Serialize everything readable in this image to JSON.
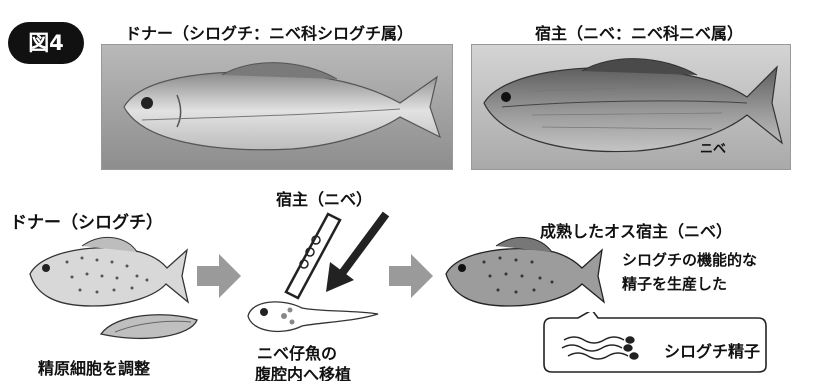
{
  "figure_label": "図4",
  "photos": {
    "donor_caption": "ドナー（シログチ：ニベ科シログチ属）",
    "host_caption": "宿主（ニベ：ニベ科ニベ属）",
    "host_photo_label": "ニベ"
  },
  "diagram": {
    "donor_title": "ドナー（シログチ）",
    "donor_step": "精原細胞を調整",
    "host_title": "宿主（ニベ）",
    "host_step_line1": "ニベ仔魚の",
    "host_step_line2": "腹腔内へ移植",
    "mature_title": "成熟したオス宿主（ニベ）",
    "result_line1": "シログチの機能的な",
    "result_line2": "精子を生産した",
    "sperm_label": "シログチ精子"
  }
}
